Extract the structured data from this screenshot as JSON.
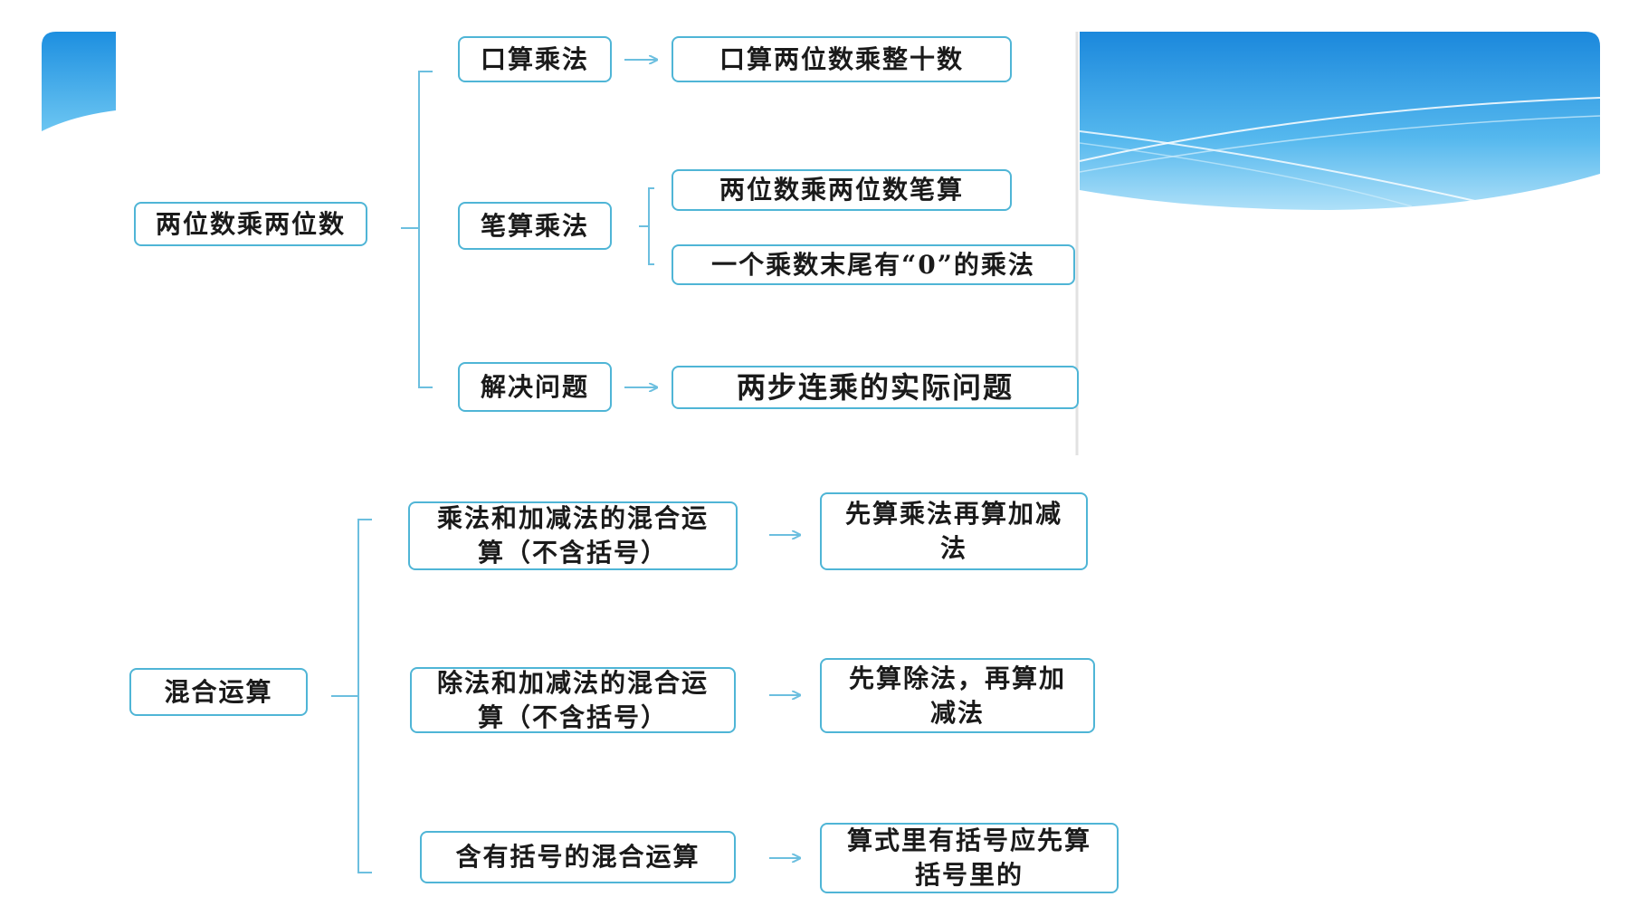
{
  "colors": {
    "line": "#6cbfdf",
    "border": "#4fb5d6",
    "accent": "#2b9fe6",
    "text": "#1a1a1a"
  },
  "section1": {
    "root": "两位数乘两位数",
    "branches": [
      {
        "label": "口算乘法",
        "results": [
          "口算两位数乘整十数"
        ]
      },
      {
        "label": "笔算乘法",
        "results": [
          "两位数乘两位数笔算",
          "一个乘数末尾有“0”的乘法"
        ]
      },
      {
        "label": "解决问题",
        "results": [
          "两步连乘的实际问题"
        ]
      }
    ]
  },
  "section2": {
    "root": "混合运算",
    "branches": [
      {
        "label": "乘法和加减法的混合运算（不含括号）",
        "result": "先算乘法再算加减法"
      },
      {
        "label": "除法和加减法的混合运算（不含括号）",
        "result": "先算除法，再算加减法"
      },
      {
        "label": "含有括号的混合运算",
        "result": "算式里有括号应先算括号里的"
      }
    ]
  }
}
